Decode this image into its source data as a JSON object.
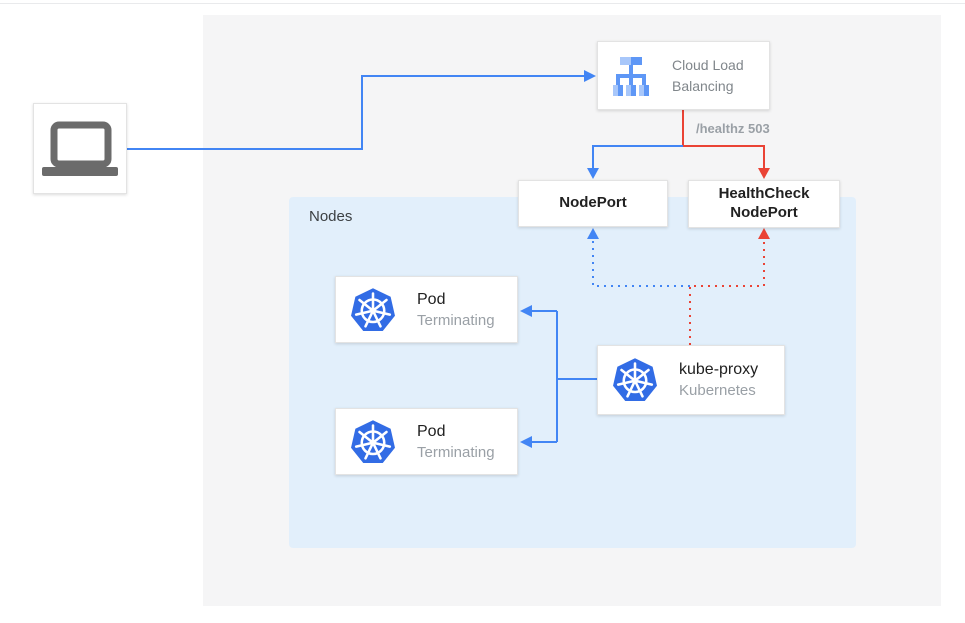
{
  "colors": {
    "blue": "#4285f4",
    "red": "#ea4335",
    "panel_bg": "#f5f5f6",
    "nodes_bg": "#e2effb",
    "k8s_blue": "#326ce5",
    "lb_icon_light": "#a8c7fa",
    "lb_icon_mid": "#5e97f6",
    "laptop_gray": "#6b6b6b",
    "title_text": "#212121",
    "subtitle_text": "#9aa0a6",
    "label_text": "#3c4043",
    "lb_text": "#80868b"
  },
  "diagram": {
    "nodes_label": "Nodes",
    "healthz_label": "/healthz 503",
    "load_balancer": {
      "line1": "Cloud Load",
      "line2": "Balancing"
    },
    "nodeport": {
      "label": "NodePort"
    },
    "healthcheck_nodeport": {
      "line1": "HealthCheck",
      "line2": "NodePort"
    },
    "pod1": {
      "title": "Pod",
      "subtitle": "Terminating"
    },
    "pod2": {
      "title": "Pod",
      "subtitle": "Terminating"
    },
    "kube_proxy": {
      "title": "kube-proxy",
      "subtitle": "Kubernetes"
    }
  }
}
